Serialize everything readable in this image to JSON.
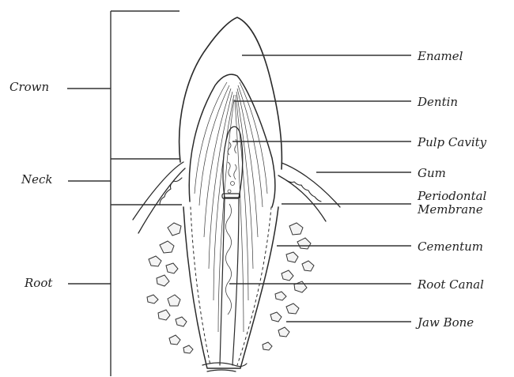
{
  "labels": {
    "crown": "Crown",
    "neck": "Neck",
    "root": "Root",
    "enamel": "Enamel",
    "dentin": "Dentin",
    "pulp_cavity": "Pulp Cavity",
    "gum": "Gum",
    "periodontal_line1": "Periodontal",
    "periodontal_line2": "Membrane",
    "cementum": "Cementum",
    "root_canal": "Root Canal",
    "jaw_bone": "Jaw Bone"
  },
  "colors": {
    "ink": "#2a2a2a",
    "background": "#ffffff"
  }
}
